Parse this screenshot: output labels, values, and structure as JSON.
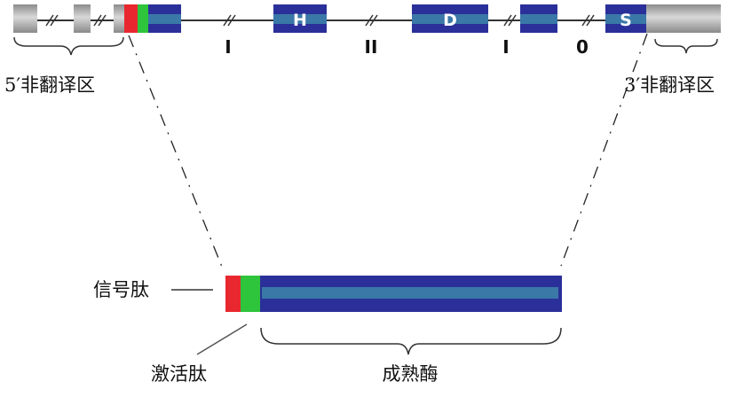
{
  "gene": {
    "exon_labels": [
      "H",
      "D",
      "S"
    ],
    "region_labels": [
      "I",
      "II",
      "I",
      "0"
    ],
    "utr5_label": "5′非翻译区",
    "utr3_label": "3′非翻译区"
  },
  "protein": {
    "signal_peptide_label": "信号肽",
    "activation_peptide_label": "激活肽",
    "mature_enzyme_label": "成熟酶"
  },
  "colors": {
    "exon_blue": "#2b2f99",
    "stripe": "#3a78a8",
    "signal_red": "#e8282e",
    "activation_green": "#2ec43c",
    "utr_grey": "#a9a9a9"
  }
}
